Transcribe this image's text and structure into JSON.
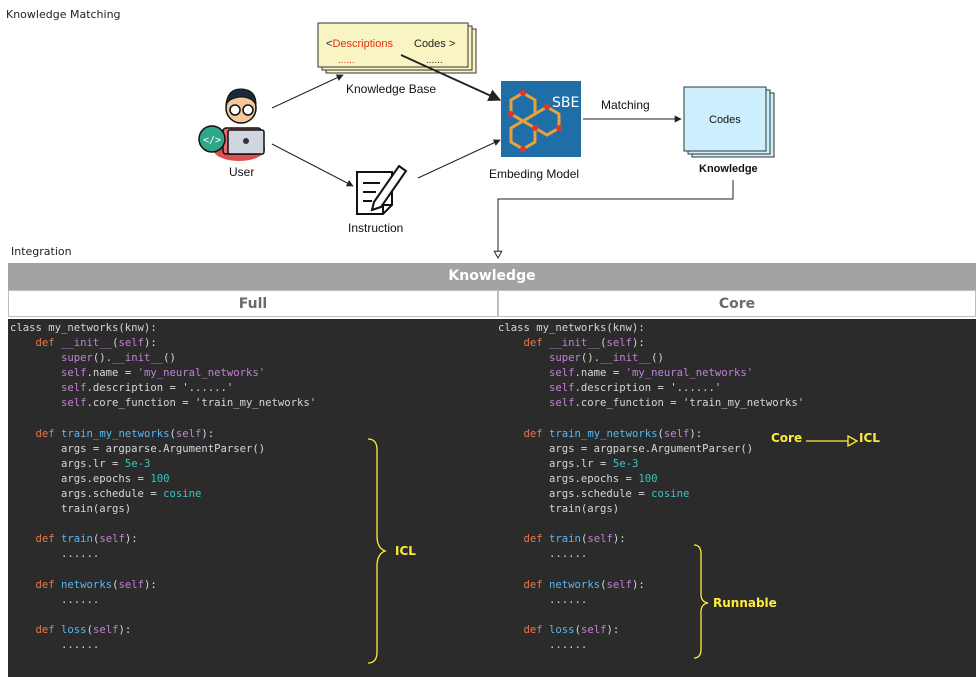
{
  "sections": {
    "matching": "Knowledge Matching",
    "integration": "Integration"
  },
  "diagram": {
    "kb_desc": "<Descriptions",
    "kb_codes": "Codes >",
    "kb_dots_left": "......",
    "kb_dots_right": "......",
    "kb_label": "Knowledge Base",
    "model_text": "SBE",
    "model_label": "Embeding Model",
    "matching_label": "Matching",
    "codes_card": "Codes",
    "knowledge_label": "Knowledge",
    "user_label": "User",
    "instruction_label": "Instruction"
  },
  "table": {
    "title": "Knowledge",
    "left_header": "Full",
    "right_header": "Core"
  },
  "code": {
    "class_decl": "class my_networks(knw):",
    "init_def": "def __init__(self):",
    "super_call": "super().__init__()",
    "name_line": "self.name = 'my_neural_networks'",
    "desc_line": "self.description = '......'",
    "core_line": "self.core_function = 'train_my_networks'",
    "train_my_def": "def train_my_networks(self):",
    "args_line": "args = argparse.ArgumentParser()",
    "lr_line": "args.lr = 5e-3",
    "epochs_line": "args.epochs = 100",
    "schedule_line": "args.schedule = cosine",
    "train_call": "train(args)",
    "train_def": "def train(self):",
    "networks_def": "def networks(self):",
    "loss_def": "def loss(self):",
    "ellipsis": "......"
  },
  "annotations": {
    "icl": "ICL",
    "core": "Core",
    "runnable": "Runnable"
  },
  "colors": {
    "code_bg": "#2b2b2b",
    "keyword": "#f0744b",
    "function": "#5ab6f0",
    "self": "#c280d4",
    "number": "#38c5c2",
    "highlight": "#ffeb3b",
    "kb_card": "#f9f4c4",
    "codes_card": "#cdeffd"
  }
}
